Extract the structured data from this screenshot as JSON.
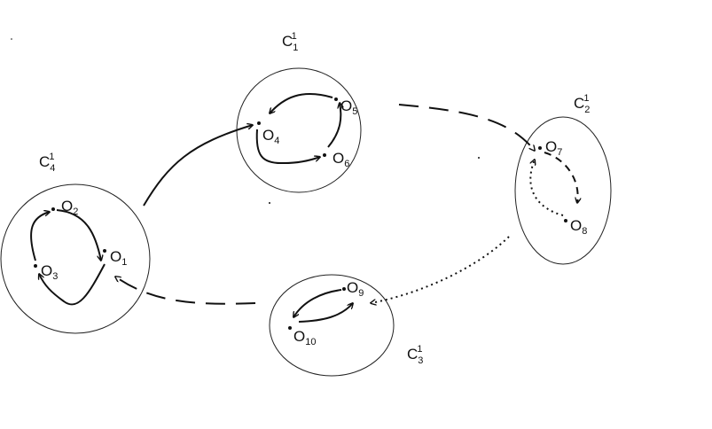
{
  "clusters": [
    {
      "id": "C4",
      "base": "C",
      "sub": "4",
      "sup": "1"
    },
    {
      "id": "C1",
      "base": "C",
      "sub": "1",
      "sup": "1"
    },
    {
      "id": "C2",
      "base": "C",
      "sub": "2",
      "sup": "1"
    },
    {
      "id": "C3",
      "base": "C",
      "sub": "3",
      "sup": "1"
    }
  ],
  "nodes": [
    {
      "id": "o1",
      "base": "O",
      "sub": "1"
    },
    {
      "id": "o2",
      "base": "O",
      "sub": "2"
    },
    {
      "id": "o3",
      "base": "O",
      "sub": "3"
    },
    {
      "id": "o4",
      "base": "O",
      "sub": "4"
    },
    {
      "id": "o5",
      "base": "O",
      "sub": "5"
    },
    {
      "id": "o6",
      "base": "O",
      "sub": "6"
    },
    {
      "id": "o7",
      "base": "O",
      "sub": "7"
    },
    {
      "id": "o8",
      "base": "O",
      "sub": "8"
    },
    {
      "id": "o9",
      "base": "O",
      "sub": "9"
    },
    {
      "id": "o10",
      "base": "O",
      "sub": "10"
    }
  ],
  "edges": [
    {
      "from": "o3",
      "to": "o2",
      "style": "solid"
    },
    {
      "from": "o2",
      "to": "o1",
      "style": "solid"
    },
    {
      "from": "o1",
      "to": "o3",
      "style": "solid"
    },
    {
      "from": "o5",
      "to": "o4",
      "style": "solid"
    },
    {
      "from": "o4",
      "to": "o6",
      "style": "solid"
    },
    {
      "from": "o6",
      "to": "o5",
      "style": "solid"
    },
    {
      "from": "o7",
      "to": "o8",
      "style": "mixed"
    },
    {
      "from": "o8",
      "to": "o7",
      "style": "dotted"
    },
    {
      "from": "o9",
      "to": "o10",
      "style": "solid"
    },
    {
      "from": "o10",
      "to": "o9",
      "style": "solid"
    },
    {
      "from": "C4",
      "to": "C1",
      "style": "solid"
    },
    {
      "from": "C1",
      "to": "C2",
      "style": "dashed"
    },
    {
      "from": "C2",
      "to": "C3",
      "style": "dotted"
    },
    {
      "from": "C3",
      "to": "C4",
      "style": "dashed"
    }
  ]
}
